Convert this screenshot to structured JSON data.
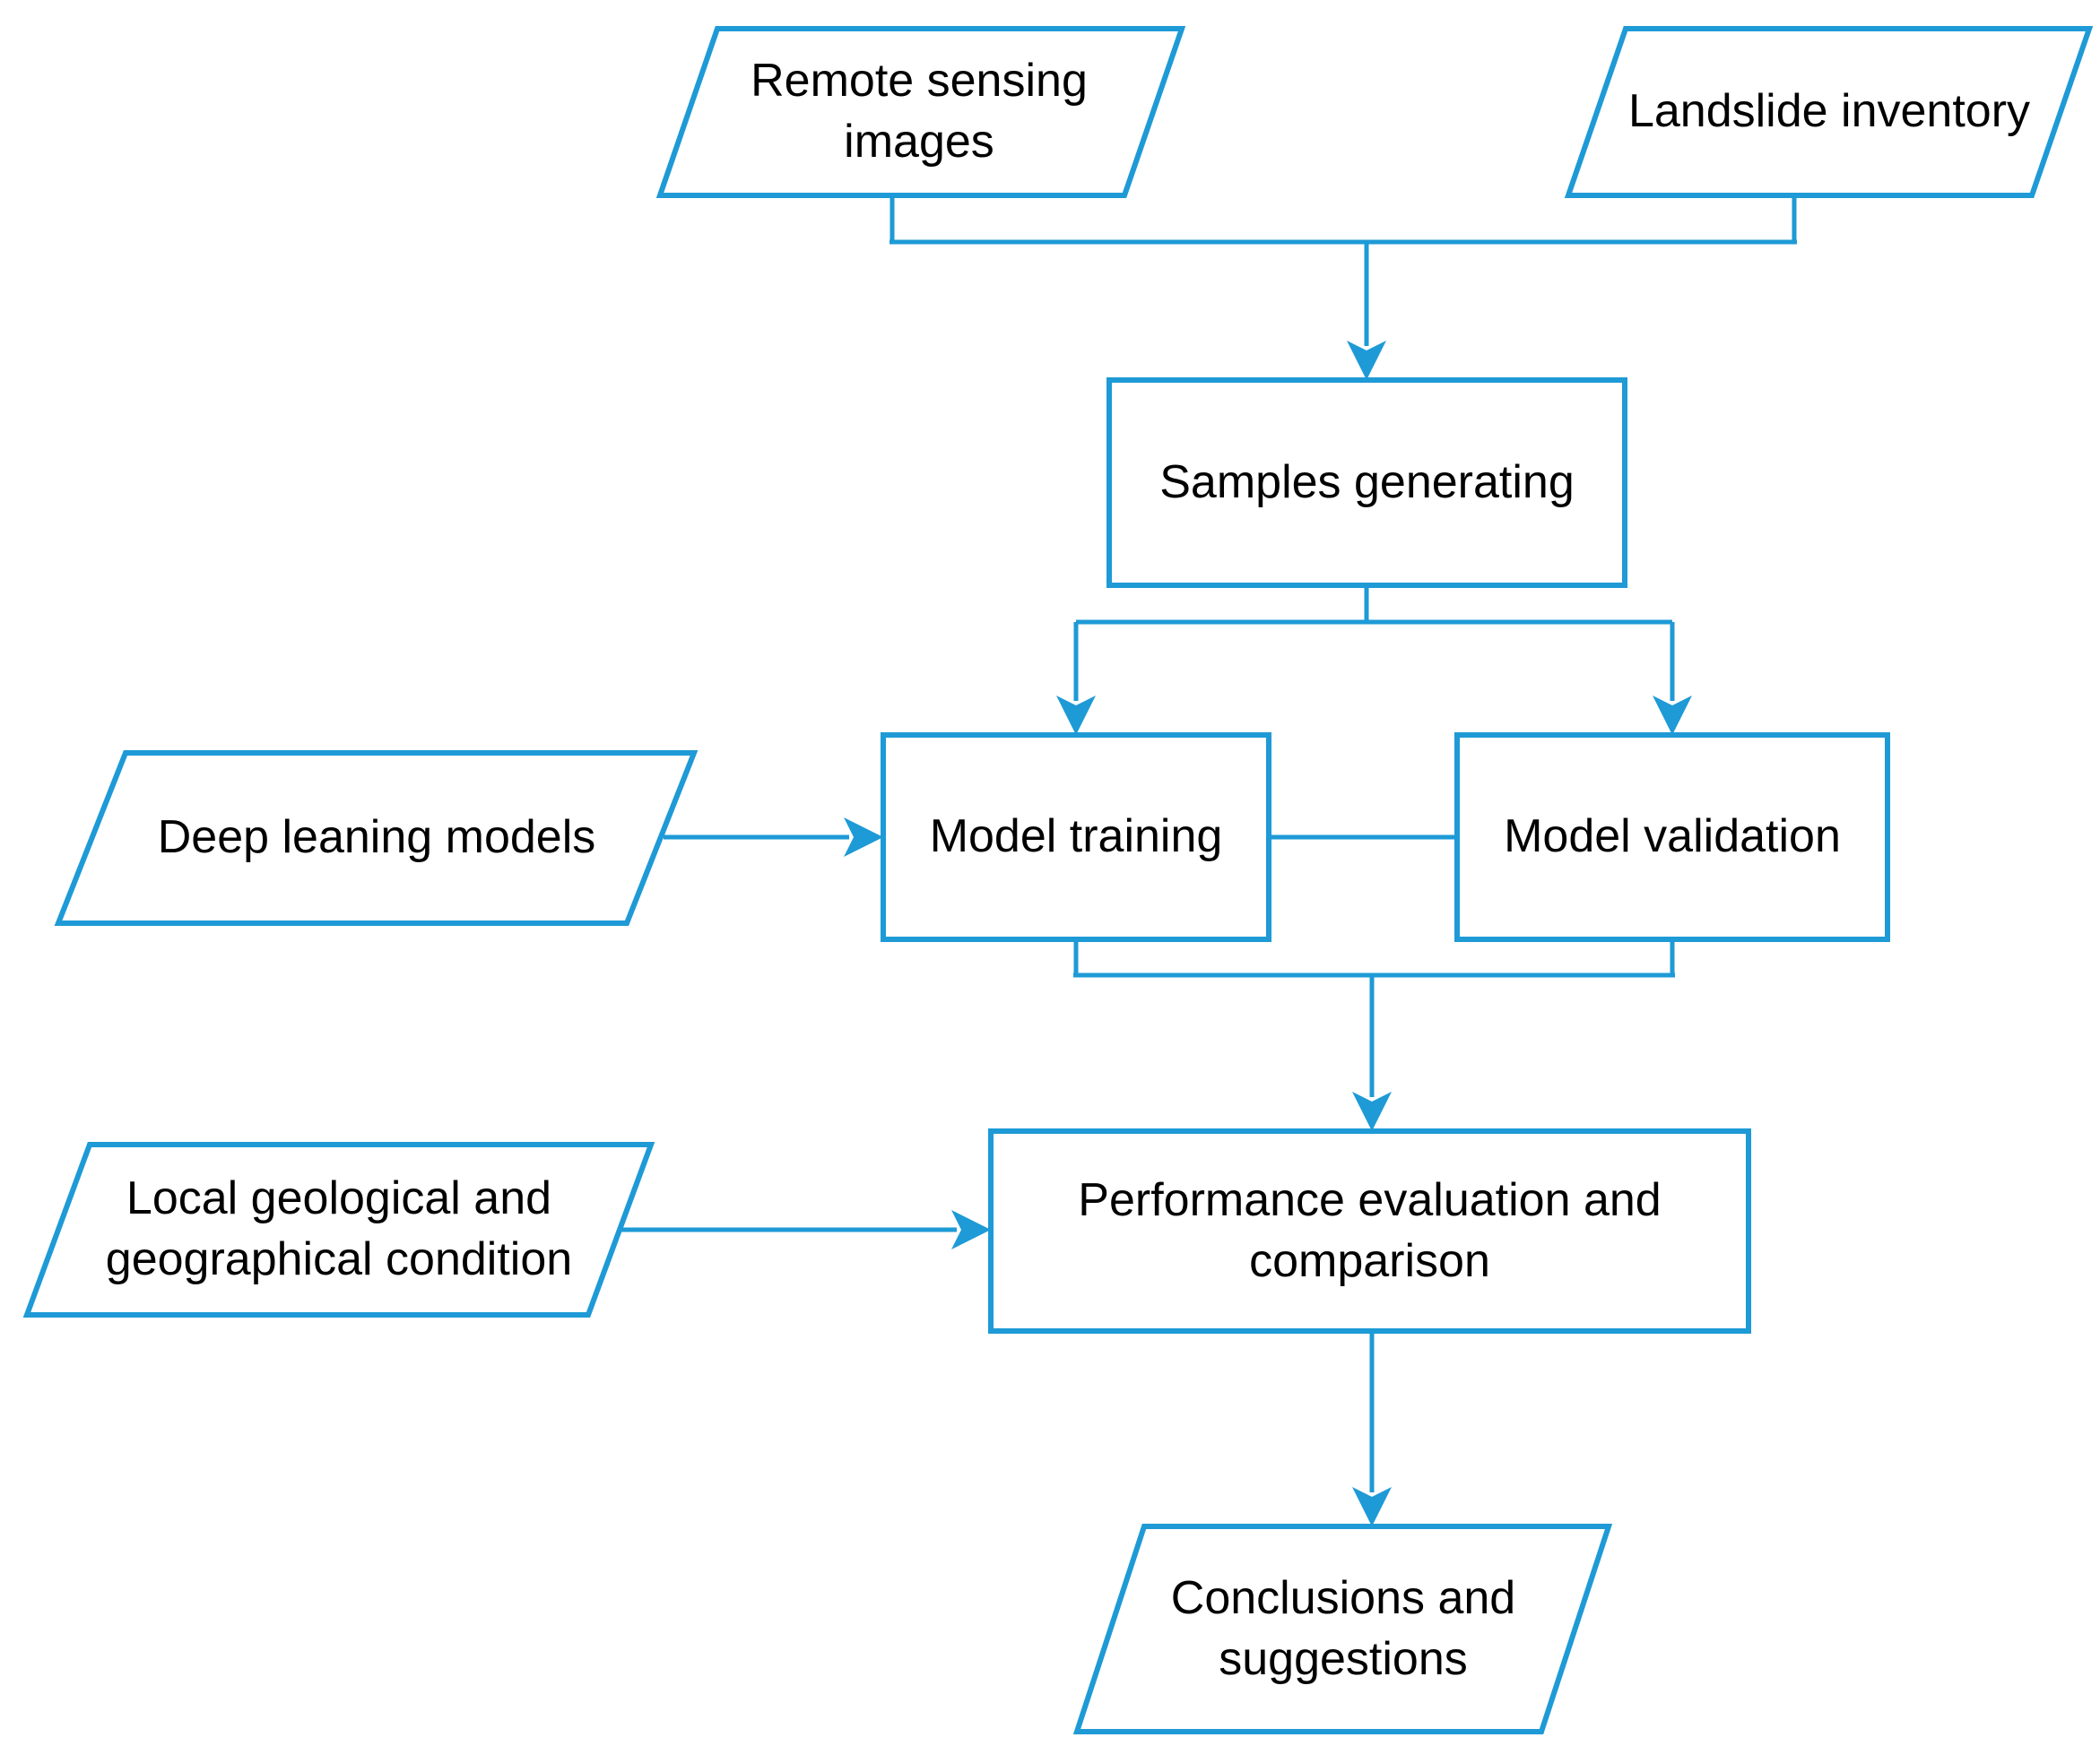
{
  "diagram": {
    "title": "Landslide detection workflow flowchart",
    "accent_color": "#1E9AD6",
    "text_color": "#000000",
    "background_color": "#FFFFFF",
    "nodes": {
      "remote_sensing": {
        "label": "Remote sensing images",
        "shape": "parallelogram"
      },
      "landslide_inventory": {
        "label": "Landslide inventory",
        "shape": "parallelogram"
      },
      "samples_generating": {
        "label": "Samples generating",
        "shape": "rectangle"
      },
      "deep_learning_models": {
        "label": "Deep leaning models",
        "shape": "parallelogram"
      },
      "model_training": {
        "label": "Model training",
        "shape": "rectangle"
      },
      "model_validation": {
        "label": "Model validation",
        "shape": "rectangle"
      },
      "local_condition": {
        "label": "Local geological and geographical condition",
        "shape": "parallelogram"
      },
      "performance_evaluation": {
        "label": "Performance evaluation and comparison",
        "shape": "rectangle"
      },
      "conclusions": {
        "label": "Conclusions and suggestions",
        "shape": "parallelogram"
      }
    },
    "edges": [
      {
        "from": "remote_sensing",
        "to": "samples_generating",
        "arrow": true
      },
      {
        "from": "landslide_inventory",
        "to": "samples_generating",
        "arrow": true
      },
      {
        "from": "samples_generating",
        "to": "model_training",
        "arrow": true
      },
      {
        "from": "samples_generating",
        "to": "model_validation",
        "arrow": true
      },
      {
        "from": "deep_learning_models",
        "to": "model_training",
        "arrow": true
      },
      {
        "from": "model_training",
        "to": "model_validation",
        "arrow": false
      },
      {
        "from": "model_training",
        "to": "performance_evaluation",
        "arrow": true
      },
      {
        "from": "model_validation",
        "to": "performance_evaluation",
        "arrow": true
      },
      {
        "from": "local_condition",
        "to": "performance_evaluation",
        "arrow": true
      },
      {
        "from": "performance_evaluation",
        "to": "conclusions",
        "arrow": true
      }
    ]
  }
}
